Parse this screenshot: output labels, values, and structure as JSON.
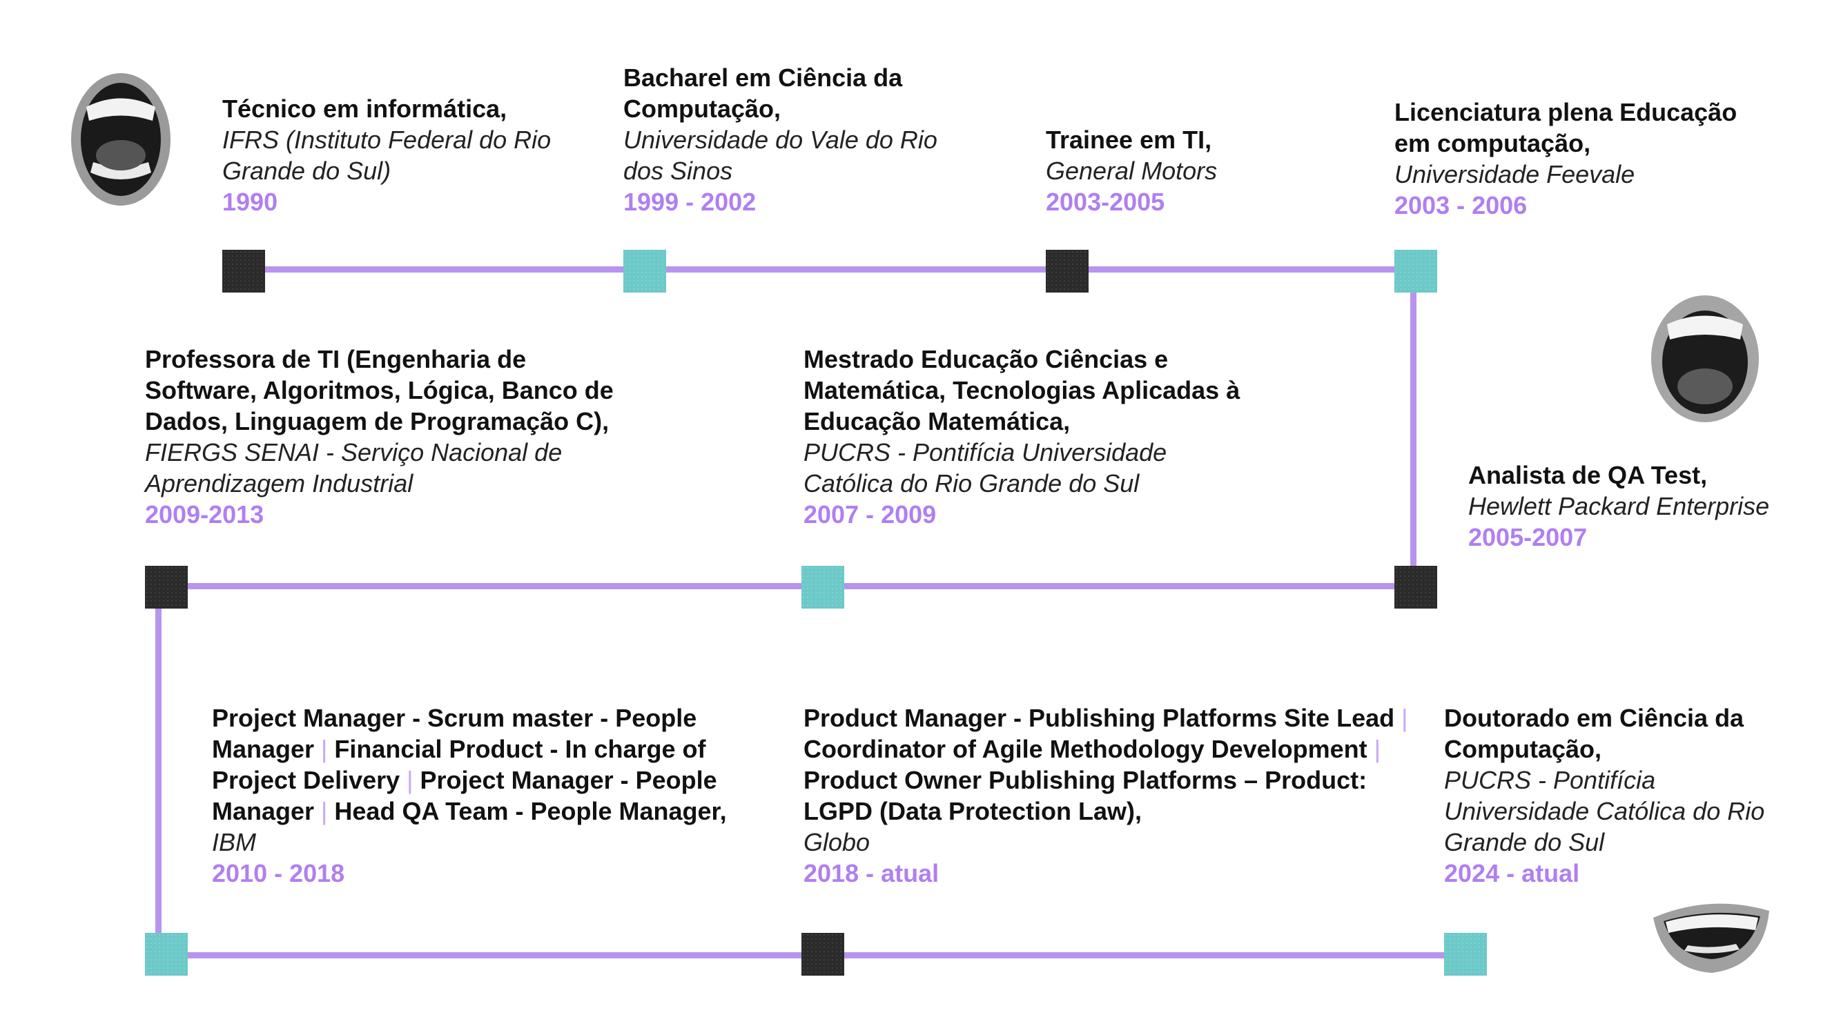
{
  "colors": {
    "line": "#b894ef",
    "year": "#b07ff0",
    "separator": "#c9a7f5",
    "node_dark": "#2b2b2b",
    "node_teal": "#6cc9c8"
  },
  "icons": [
    "open-mouth-icon",
    "open-mouth-icon",
    "smiling-mouth-icon"
  ],
  "items": [
    {
      "title": "Técnico em informática,",
      "org": "IFRS (Instituto Federal do Rio Grande do Sul)",
      "years": "1990"
    },
    {
      "title": "Bacharel em Ciência da Computação,",
      "org": "Universidade do Vale do Rio dos Sinos",
      "years": "1999 - 2002"
    },
    {
      "title": "Trainee em TI,",
      "org": "General Motors",
      "years": "2003-2005"
    },
    {
      "title": "Licenciatura plena Educação em computação,",
      "org": "Universidade Feevale",
      "years": "2003 - 2006"
    },
    {
      "title": "Analista de QA Test,",
      "org": "Hewlett Packard Enterprise",
      "years": "2005-2007"
    },
    {
      "title": "Mestrado Educação Ciências e Matemática, Tecnologias Aplicadas à Educação Matemática,",
      "org": "PUCRS - Pontifícia Universidade Católica do Rio Grande do Sul",
      "years": "2007 - 2009"
    },
    {
      "title": "Professora de TI (Engenharia de Software, Algoritmos, Lógica, Banco de Dados, Linguagem de Programação C),",
      "org": "FIERGS SENAI - Serviço Nacional de Aprendizagem Industrial",
      "years": "2009-2013"
    },
    {
      "title_segments": [
        "Project Manager - Scrum master - People Manager",
        "Financial Product - In charge of Project Delivery",
        "Project Manager - People Manager",
        "Head QA Team - People Manager,"
      ],
      "separator": "|",
      "org": "IBM",
      "years": "2010 - 2018"
    },
    {
      "title_segments": [
        "Product Manager - Publishing Platforms Site Lead",
        "Coordinator of Agile Methodology Development",
        "Product Owner Publishing Platforms – Product: LGPD (Data Protection Law),"
      ],
      "separator": "|",
      "org": "Globo",
      "years": "2018 - atual"
    },
    {
      "title": "Doutorado em Ciência da Computação,",
      "org": "PUCRS - Pontifícia Universidade Católica do Rio Grande do Sul",
      "years": "2024 - atual"
    }
  ]
}
